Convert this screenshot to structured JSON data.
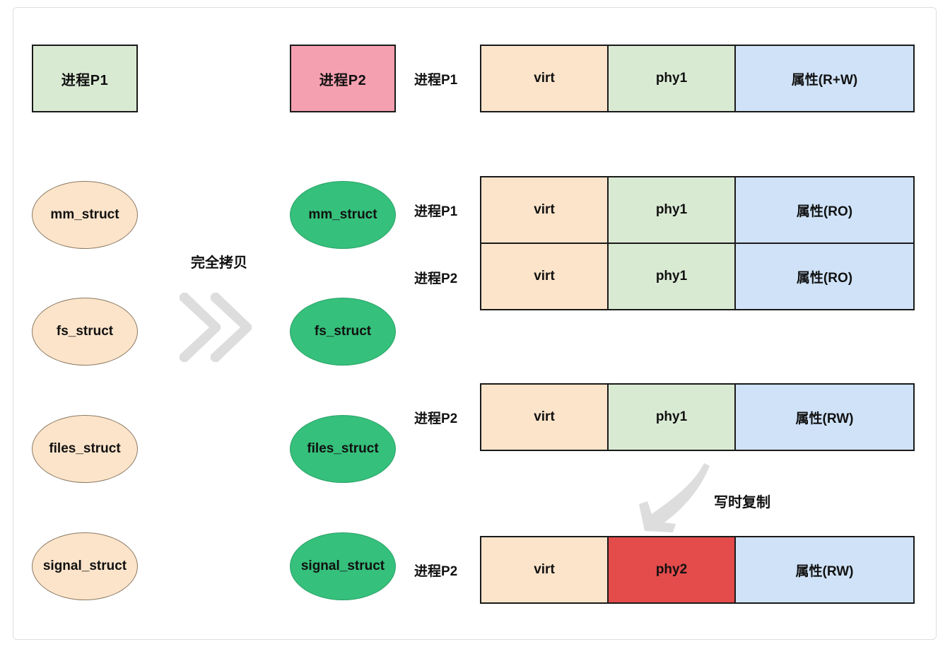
{
  "diagram": {
    "process_boxes": [
      {
        "name": "p1",
        "label": "进程P1"
      },
      {
        "name": "p2",
        "label": "进程P2"
      }
    ],
    "structs_source": [
      {
        "label": "mm_struct"
      },
      {
        "label": "fs_struct"
      },
      {
        "label": "files_struct"
      },
      {
        "label": "signal_struct"
      }
    ],
    "structs_copy": [
      {
        "label": "mm_struct"
      },
      {
        "label": "fs_struct"
      },
      {
        "label": "files_struct"
      },
      {
        "label": "signal_struct"
      }
    ],
    "copy_label": "完全拷贝",
    "cow_label": "写时复制",
    "memory_maps": [
      {
        "group": "initial",
        "rows": [
          {
            "process": "进程P1",
            "virt": "virt",
            "phy": "phy1",
            "attr": "属性(R+W)",
            "phy_modified": false
          }
        ]
      },
      {
        "group": "after-fork",
        "rows": [
          {
            "process": "进程P1",
            "virt": "virt",
            "phy": "phy1",
            "attr": "属性(RO)",
            "phy_modified": false
          },
          {
            "process": "进程P2",
            "virt": "virt",
            "phy": "phy1",
            "attr": "属性(RO)",
            "phy_modified": false
          }
        ]
      },
      {
        "group": "before-write",
        "rows": [
          {
            "process": "进程P2",
            "virt": "virt",
            "phy": "phy1",
            "attr": "属性(RW)",
            "phy_modified": false
          }
        ]
      },
      {
        "group": "after-cow",
        "rows": [
          {
            "process": "进程P2",
            "virt": "virt",
            "phy": "phy2",
            "attr": "属性(RW)",
            "phy_modified": true
          }
        ]
      }
    ],
    "colors": {
      "virt": "#FCE4CA",
      "phy": "#D9EAD3",
      "phy_modified": "#E44B4B",
      "attr": "#CFE2F7",
      "process_p1": "#D9EAD3",
      "process_p2": "#F5A0B0",
      "struct_source": "#FCE4CA",
      "struct_copy": "#35C07B",
      "arrow": "#DDDDDD",
      "border": "#1A1A1A"
    }
  }
}
